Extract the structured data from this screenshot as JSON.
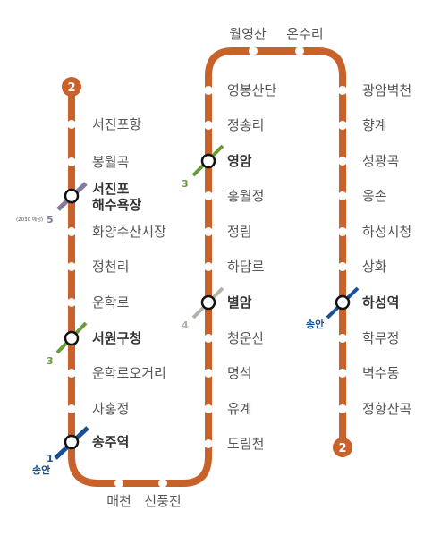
{
  "line": {
    "color": "#c8612a",
    "number": "2"
  },
  "terminal_top": "2",
  "terminal_bottom": "2",
  "left_column": [
    {
      "name": "서진포항"
    },
    {
      "name": "봉월곡"
    },
    {
      "name": "서진포\n해수욕장",
      "line1": "서진포",
      "line2": "해수욕장",
      "transfer": true
    },
    {
      "name": "화양수산시장"
    },
    {
      "name": "정천리"
    },
    {
      "name": "운학로"
    },
    {
      "name": "서원구청",
      "transfer": true
    },
    {
      "name": "운학로오거리"
    },
    {
      "name": "자홍정"
    },
    {
      "name": "송주역",
      "transfer": true
    }
  ],
  "bottom": [
    "매천",
    "신풍진"
  ],
  "middle_column": [
    {
      "name": "영봉산단"
    },
    {
      "name": "정송리"
    },
    {
      "name": "영암",
      "transfer": true
    },
    {
      "name": "홍월정"
    },
    {
      "name": "정림"
    },
    {
      "name": "하담로"
    },
    {
      "name": "별암",
      "transfer": true
    },
    {
      "name": "청운산"
    },
    {
      "name": "명석"
    },
    {
      "name": "유계"
    },
    {
      "name": "도림천"
    }
  ],
  "top": [
    "월영산",
    "온수리"
  ],
  "right_column": [
    {
      "name": "광암벽천"
    },
    {
      "name": "향계"
    },
    {
      "name": "성광곡"
    },
    {
      "name": "옹손"
    },
    {
      "name": "하성시청"
    },
    {
      "name": "상화"
    },
    {
      "name": "하성역",
      "transfer": true
    },
    {
      "name": "학무정"
    },
    {
      "name": "벽수동"
    },
    {
      "name": "정항산곡"
    }
  ],
  "transfer_tags": {
    "line5": {
      "number": "5",
      "note": "(2030 예정)",
      "color": "#857a9a"
    },
    "line3_a": {
      "number": "3",
      "color": "#6a9a3a"
    },
    "line3_b": {
      "number": "3",
      "color": "#6a9a3a"
    },
    "line4": {
      "number": "4",
      "color": "#b8b2a6"
    },
    "line1": {
      "number": "1",
      "name": "송안",
      "color": "#1b4f94"
    },
    "line1_b": {
      "name": "송안",
      "color": "#1b4f94"
    }
  }
}
